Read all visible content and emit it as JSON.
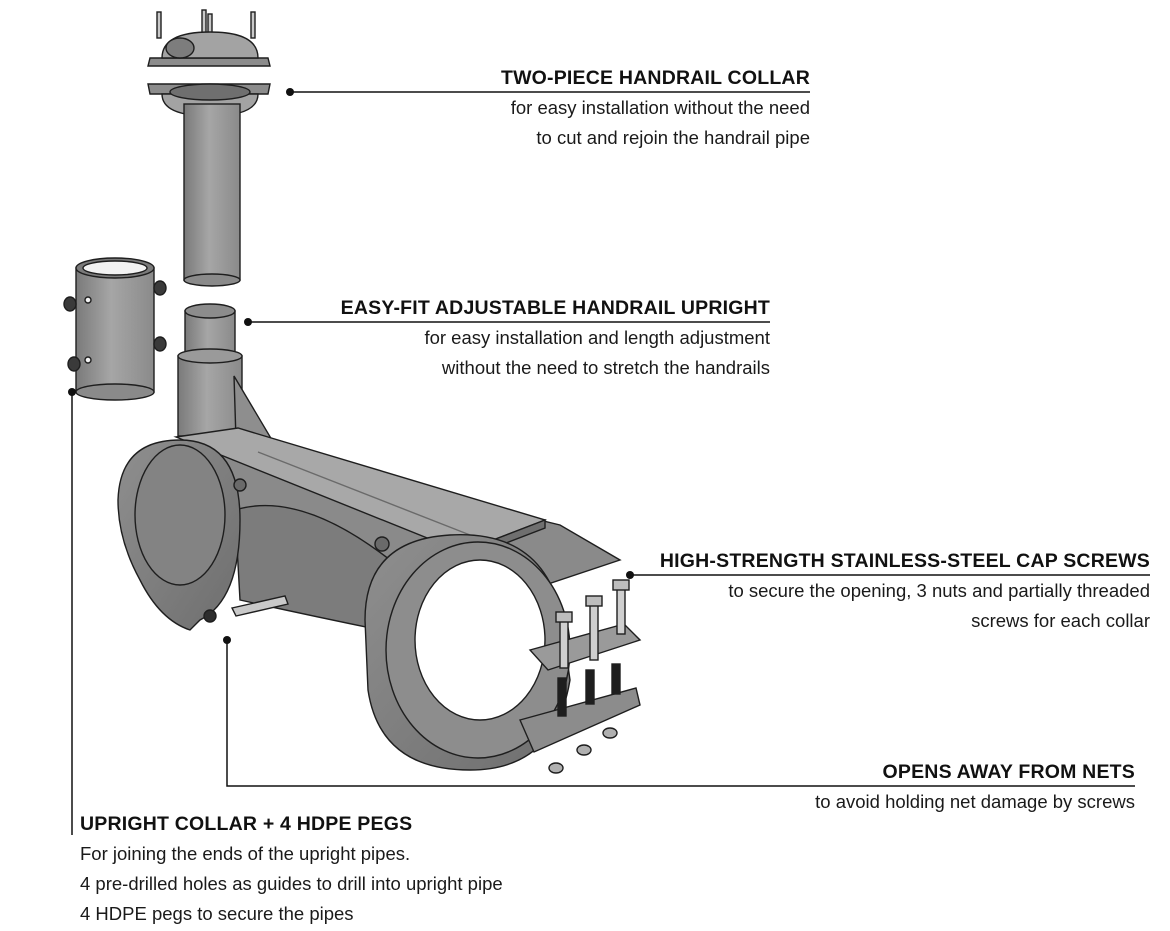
{
  "callouts": {
    "handrail_collar": {
      "title": "TWO-PIECE HANDRAIL COLLAR",
      "lines": [
        "for easy installation without the need",
        "to cut and rejoin the handrail pipe"
      ]
    },
    "handrail_upright": {
      "title": "EASY-FIT ADJUSTABLE HANDRAIL UPRIGHT",
      "lines": [
        "for easy installation and length adjustment",
        "without the need to stretch the handrails"
      ]
    },
    "cap_screws": {
      "title": "HIGH-STRENGTH STAINLESS-STEEL CAP SCREWS",
      "lines": [
        "to secure the opening, 3 nuts and partially threaded",
        "screws for each collar"
      ]
    },
    "opens_away": {
      "title": "OPENS AWAY FROM NETS",
      "lines": [
        "to avoid holding net damage by screws"
      ]
    },
    "upright_collar": {
      "title": "UPRIGHT COLLAR + 4 HDPE PEGS",
      "lines": [
        "For joining the ends of the upright pipes.",
        "4 pre-drilled holes as guides to drill into upright pipe",
        "4 HDPE pegs to secure the pipes"
      ]
    }
  },
  "colors": {
    "steel": "#9a9a9a",
    "steel_dark": "#6f6f6f",
    "steel_light": "#bdbdbd",
    "outline": "#1e1e1e"
  }
}
